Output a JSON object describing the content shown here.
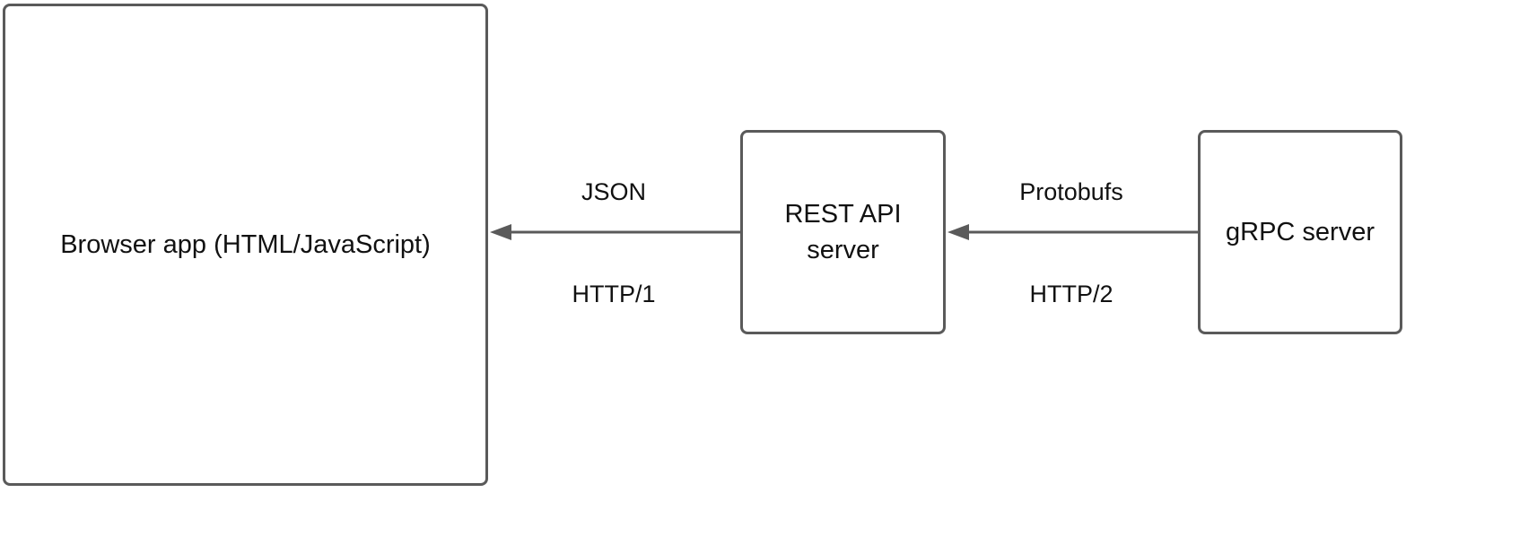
{
  "nodes": {
    "browser": {
      "label": "Browser app (HTML/JavaScript)"
    },
    "rest": {
      "label": "REST API\nserver"
    },
    "grpc": {
      "label": "gRPC server"
    }
  },
  "edges": {
    "rest_to_browser": {
      "top_label": "JSON",
      "bottom_label": "HTTP/1"
    },
    "grpc_to_rest": {
      "top_label": "Protobufs",
      "bottom_label": "HTTP/2"
    }
  },
  "colors": {
    "stroke": "#5a5a5a",
    "text": "#111111",
    "background": "#ffffff"
  }
}
